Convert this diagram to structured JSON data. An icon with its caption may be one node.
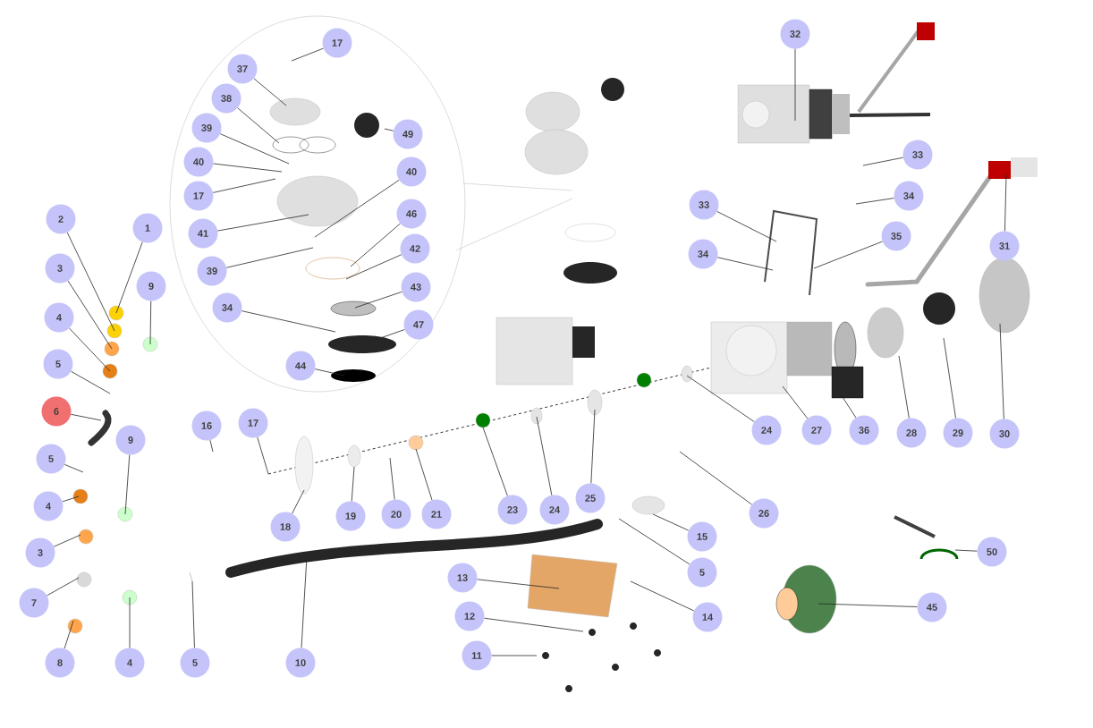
{
  "diagram": {
    "nodes": [
      {
        "text": [
          "17"
        ]
      },
      {
        "text": [
          "37"
        ]
      },
      {
        "text": [
          "38"
        ]
      },
      {
        "text": [
          "39"
        ]
      },
      {
        "text": [
          "40"
        ]
      },
      {
        "text": [
          "17"
        ]
      },
      {
        "text": [
          "41"
        ]
      },
      {
        "text": [
          "39"
        ]
      },
      {
        "text": [
          "34"
        ]
      },
      {
        "text": [
          "44"
        ]
      },
      {
        "text": [
          "49"
        ]
      },
      {
        "text": [
          "40"
        ]
      },
      {
        "text": [
          "46"
        ]
      },
      {
        "text": [
          "42"
        ]
      },
      {
        "text": [
          "43"
        ]
      },
      {
        "text": [
          "47"
        ]
      },
      {
        "text": [
          "32"
        ]
      },
      {
        "text": [
          "33"
        ]
      },
      {
        "text": [
          "34"
        ]
      },
      {
        "text": [
          "33"
        ]
      },
      {
        "text": [
          "34"
        ]
      },
      {
        "text": [
          "35"
        ]
      },
      {
        "text": [
          "31"
        ]
      },
      {
        "text": [
          "1"
        ]
      },
      {
        "text": [
          "2"
        ]
      },
      {
        "text": [
          "3"
        ]
      },
      {
        "text": [
          "4"
        ]
      },
      {
        "text": [
          "5"
        ]
      },
      {
        "text": [
          "6"
        ]
      },
      {
        "text": [
          "9"
        ]
      },
      {
        "text": [
          "5"
        ]
      },
      {
        "text": [
          "4"
        ]
      },
      {
        "text": [
          "3"
        ]
      },
      {
        "text": [
          "7"
        ]
      },
      {
        "text": [
          "8"
        ]
      },
      {
        "text": [
          "4"
        ]
      },
      {
        "text": [
          "9"
        ]
      },
      {
        "text": [
          "5"
        ]
      },
      {
        "text": [
          "16"
        ]
      },
      {
        "text": [
          "17"
        ]
      },
      {
        "text": [
          "18"
        ]
      },
      {
        "text": [
          "19"
        ]
      },
      {
        "text": [
          "20"
        ]
      },
      {
        "text": [
          "21"
        ]
      },
      {
        "text": [
          "23"
        ]
      },
      {
        "text": [
          "24"
        ]
      },
      {
        "text": [
          "25"
        ]
      },
      {
        "text": [
          "24"
        ]
      },
      {
        "text": [
          "27"
        ]
      },
      {
        "text": [
          "36"
        ]
      },
      {
        "text": [
          "28"
        ]
      },
      {
        "text": [
          "29"
        ]
      },
      {
        "text": [
          "30"
        ]
      },
      {
        "text": [
          "26"
        ]
      },
      {
        "text": [
          "15"
        ]
      },
      {
        "text": [
          "5"
        ]
      },
      {
        "text": [
          "10"
        ]
      },
      {
        "text": [
          "13"
        ]
      },
      {
        "text": [
          "14"
        ]
      },
      {
        "text": [
          "12"
        ]
      },
      {
        "text": [
          "11"
        ]
      },
      {
        "text": [
          "50"
        ]
      },
      {
        "text": [
          "45"
        ]
      }
    ],
    "edges": [
      {
        "from": 0,
        "to": null,
        "arrow": "none"
      },
      {
        "from": 1,
        "to": null,
        "arrow": "none"
      },
      {
        "from": 2,
        "to": null,
        "arrow": "none"
      },
      {
        "from": 3,
        "to": null,
        "arrow": "none"
      },
      {
        "from": 4,
        "to": null,
        "arrow": "none"
      },
      {
        "from": 5,
        "to": null,
        "arrow": "none"
      },
      {
        "from": 6,
        "to": null,
        "arrow": "none"
      },
      {
        "from": 7,
        "to": null,
        "arrow": "none"
      },
      {
        "from": 8,
        "to": null,
        "arrow": "none"
      },
      {
        "from": 9,
        "to": null,
        "arrow": "none"
      },
      {
        "from": 10,
        "to": null,
        "arrow": "none"
      },
      {
        "from": 11,
        "to": null,
        "arrow": "none"
      },
      {
        "from": 12,
        "to": null,
        "arrow": "none"
      },
      {
        "from": 13,
        "to": null,
        "arrow": "none"
      },
      {
        "from": 14,
        "to": null,
        "arrow": "none"
      },
      {
        "from": 15,
        "to": null,
        "arrow": "none"
      },
      {
        "from": 16,
        "to": null,
        "arrow": "none"
      },
      {
        "from": 17,
        "to": null,
        "arrow": "none"
      },
      {
        "from": 18,
        "to": null,
        "arrow": "none"
      },
      {
        "from": 19,
        "to": null,
        "arrow": "none"
      },
      {
        "from": 20,
        "to": null,
        "arrow": "none"
      },
      {
        "from": 21,
        "to": null,
        "arrow": "none"
      },
      {
        "from": 22,
        "to": null,
        "arrow": "none"
      },
      {
        "from": 23,
        "to": null,
        "arrow": "none"
      },
      {
        "from": 24,
        "to": null,
        "arrow": "none"
      },
      {
        "from": 25,
        "to": null,
        "arrow": "none"
      },
      {
        "from": 26,
        "to": null,
        "arrow": "none"
      },
      {
        "from": 27,
        "to": null,
        "arrow": "none"
      },
      {
        "from": 28,
        "to": null,
        "arrow": "none"
      },
      {
        "from": 29,
        "to": null,
        "arrow": "none"
      },
      {
        "from": 30,
        "to": null,
        "arrow": "none"
      },
      {
        "from": 31,
        "to": null,
        "arrow": "none"
      },
      {
        "from": 32,
        "to": null,
        "arrow": "none"
      },
      {
        "from": 33,
        "to": null,
        "arrow": "none"
      },
      {
        "from": 34,
        "to": null,
        "arrow": "none"
      },
      {
        "from": 35,
        "to": null,
        "arrow": "none"
      },
      {
        "from": 36,
        "to": null,
        "arrow": "none"
      },
      {
        "from": 37,
        "to": null,
        "arrow": "none"
      },
      {
        "from": 38,
        "to": null,
        "arrow": "none"
      },
      {
        "from": 39,
        "to": null,
        "arrow": "none"
      },
      {
        "from": 40,
        "to": null,
        "arrow": "none"
      },
      {
        "from": 41,
        "to": null,
        "arrow": "none"
      },
      {
        "from": 42,
        "to": null,
        "arrow": "none"
      },
      {
        "from": 43,
        "to": null,
        "arrow": "none"
      },
      {
        "from": 44,
        "to": null,
        "arrow": "none"
      },
      {
        "from": 45,
        "to": null,
        "arrow": "none"
      },
      {
        "from": 46,
        "to": null,
        "arrow": "none"
      },
      {
        "from": 47,
        "to": null,
        "arrow": "none"
      },
      {
        "from": 48,
        "to": null,
        "arrow": "none"
      },
      {
        "from": 49,
        "to": null,
        "arrow": "none"
      },
      {
        "from": 50,
        "to": null,
        "arrow": "none"
      },
      {
        "from": 51,
        "to": null,
        "arrow": "none"
      },
      {
        "from": 52,
        "to": null,
        "arrow": "none"
      },
      {
        "from": 53,
        "to": null,
        "arrow": "none"
      },
      {
        "from": 54,
        "to": null,
        "arrow": "none"
      },
      {
        "from": 55,
        "to": null,
        "arrow": "none"
      },
      {
        "from": 56,
        "to": null,
        "arrow": "none"
      },
      {
        "from": 57,
        "to": null,
        "arrow": "none"
      },
      {
        "from": 58,
        "to": null,
        "arrow": "none"
      },
      {
        "from": 59,
        "to": null,
        "arrow": "none"
      },
      {
        "from": 60,
        "to": null,
        "arrow": "none"
      },
      {
        "from": 61,
        "to": null,
        "arrow": "none"
      },
      {
        "from": 62,
        "to": null,
        "arrow": "none"
      }
    ]
  }
}
